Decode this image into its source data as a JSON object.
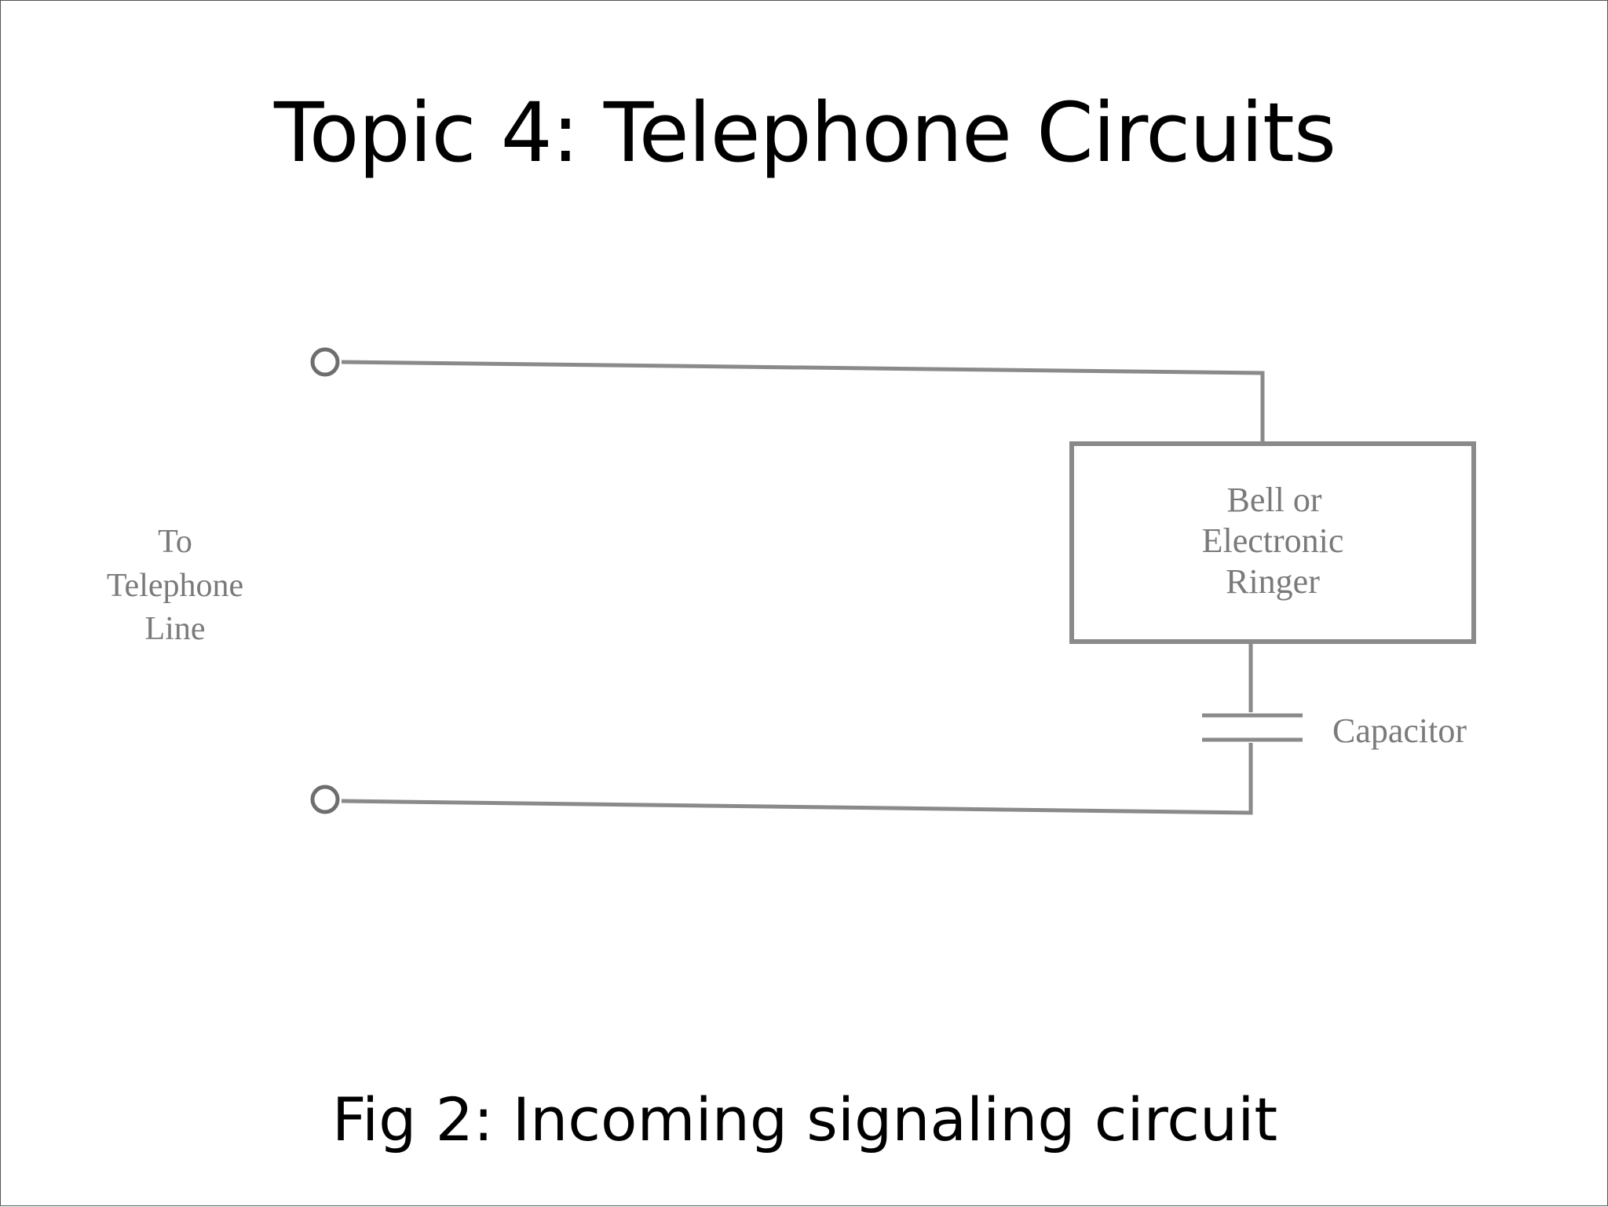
{
  "slide": {
    "title": "Topic 4: Telephone Circuits",
    "caption": "Fig 2: Incoming signaling circuit"
  },
  "diagram": {
    "line_label": [
      "To",
      "Telephone",
      "Line"
    ],
    "ringer_label": [
      "Bell or",
      "Electronic",
      "Ringer"
    ],
    "capacitor_label": "Capacitor",
    "colors": {
      "wire": "#8a8a8a",
      "text": "#7a7a7a",
      "slide_text": "#000000"
    }
  }
}
